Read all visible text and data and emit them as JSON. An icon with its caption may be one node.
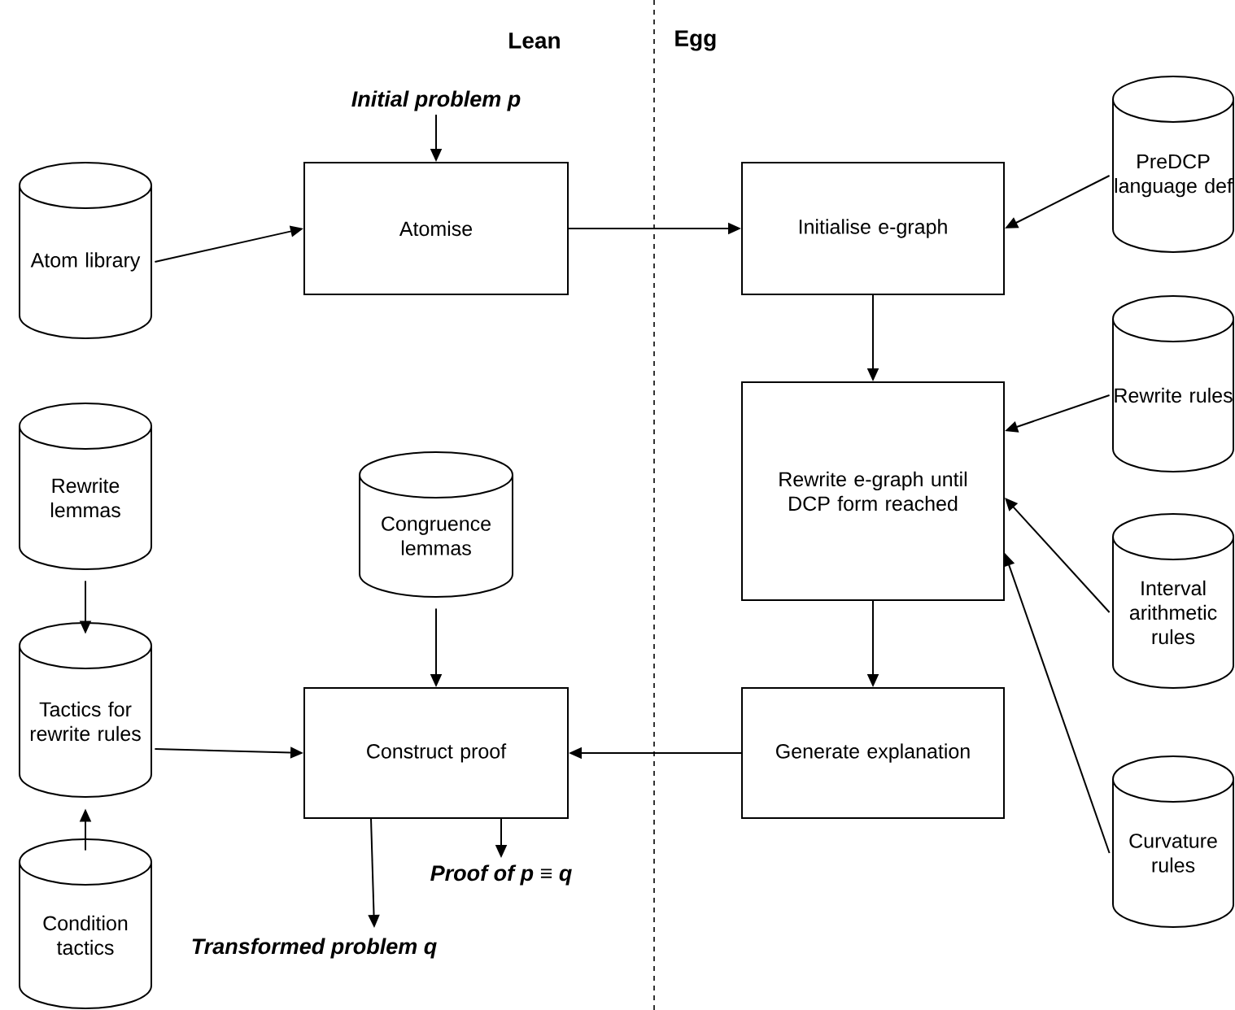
{
  "diagram": {
    "nodes": [
      {
        "text": [
          "Initial problem p"
        ]
      },
      {
        "text": [
          "Atomise"
        ]
      },
      {
        "text": [
          "Atom library"
        ]
      },
      {
        "text": [
          "Initialise e-graph"
        ]
      },
      {
        "text": [
          "PreDCP language def"
        ]
      },
      {
        "text": [
          "Rewrite e-graph until DCP form reached"
        ]
      },
      {
        "text": [
          "Rewrite rules"
        ]
      },
      {
        "text": [
          "Interval arithmetic rules"
        ]
      },
      {
        "text": [
          "Curvature rules"
        ]
      },
      {
        "text": [
          "Generate explanation"
        ]
      },
      {
        "text": [
          "Rewrite lemmas"
        ]
      },
      {
        "text": [
          "Congruence lemmas"
        ]
      },
      {
        "text": [
          "Tactics for rewrite rules"
        ]
      },
      {
        "text": [
          "Construct proof"
        ]
      },
      {
        "text": [
          "Condition tactics"
        ]
      },
      {
        "text": [
          "Proof of p ≡ q"
        ]
      },
      {
        "text": [
          "Transformed problem q"
        ]
      }
    ],
    "edges": [
      {
        "from": 0,
        "to": 1,
        "arrow": "to"
      },
      {
        "from": 2,
        "to": 1,
        "arrow": "to"
      },
      {
        "from": 1,
        "to": 3,
        "arrow": "to"
      },
      {
        "from": 4,
        "to": 3,
        "arrow": "to"
      },
      {
        "from": 3,
        "to": 5,
        "arrow": "to"
      },
      {
        "from": 6,
        "to": 5,
        "arrow": "to"
      },
      {
        "from": 7,
        "to": 5,
        "arrow": "to"
      },
      {
        "from": 8,
        "to": 5,
        "arrow": "to"
      },
      {
        "from": 5,
        "to": 9,
        "arrow": "to"
      },
      {
        "from": 9,
        "to": 13,
        "arrow": "to"
      },
      {
        "from": 11,
        "to": 13,
        "arrow": "to"
      },
      {
        "from": 10,
        "to": 12,
        "arrow": "to"
      },
      {
        "from": 14,
        "to": 12,
        "arrow": "to"
      },
      {
        "from": 12,
        "to": 13,
        "arrow": "to"
      },
      {
        "from": 13,
        "to": 16,
        "arrow": "to"
      },
      {
        "from": 13,
        "to": 15,
        "arrow": "to"
      }
    ],
    "labels": [
      "Lean",
      "Egg"
    ]
  }
}
